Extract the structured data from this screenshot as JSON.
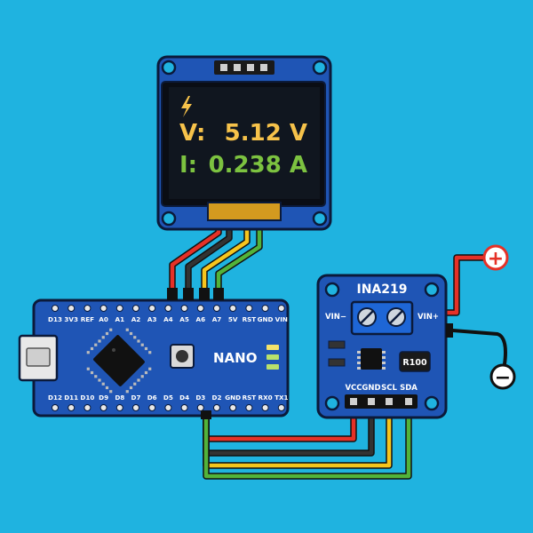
{
  "oled": {
    "voltage_label": "V:",
    "voltage_value": "5.12 V",
    "current_label": "I:",
    "current_value": "0.238 A",
    "icon": "lightning-bolt-icon"
  },
  "nano": {
    "name": "NANO",
    "top_pins": [
      "D13",
      "3V3",
      "REF",
      "A0",
      "A1",
      "A2",
      "A3",
      "A4",
      "A5",
      "A6",
      "A7",
      "5V",
      "RST",
      "GND",
      "VIN"
    ],
    "bottom_pins": [
      "D12",
      "D11",
      "D10",
      "D9",
      "D8",
      "D7",
      "D6",
      "D5",
      "D4",
      "D3",
      "D2",
      "GND",
      "RST",
      "RX0",
      "TX1"
    ]
  },
  "sensor": {
    "title": "INA219",
    "vin_minus": "VIN−",
    "vin_plus": "VIN+",
    "resistor": "R100",
    "pins": [
      "VCC",
      "GND",
      "SCL",
      "SDA"
    ]
  },
  "terminals": {
    "plus": "+",
    "minus": "−"
  },
  "colors": {
    "background": "#1fb3e0",
    "pcb": "#1f55b5",
    "wire_red": "#e53127",
    "wire_black": "#111111",
    "wire_yellow": "#f6c51d",
    "wire_green": "#52b33a",
    "oled_voltage": "#f6c24a",
    "oled_current": "#7cc240"
  }
}
